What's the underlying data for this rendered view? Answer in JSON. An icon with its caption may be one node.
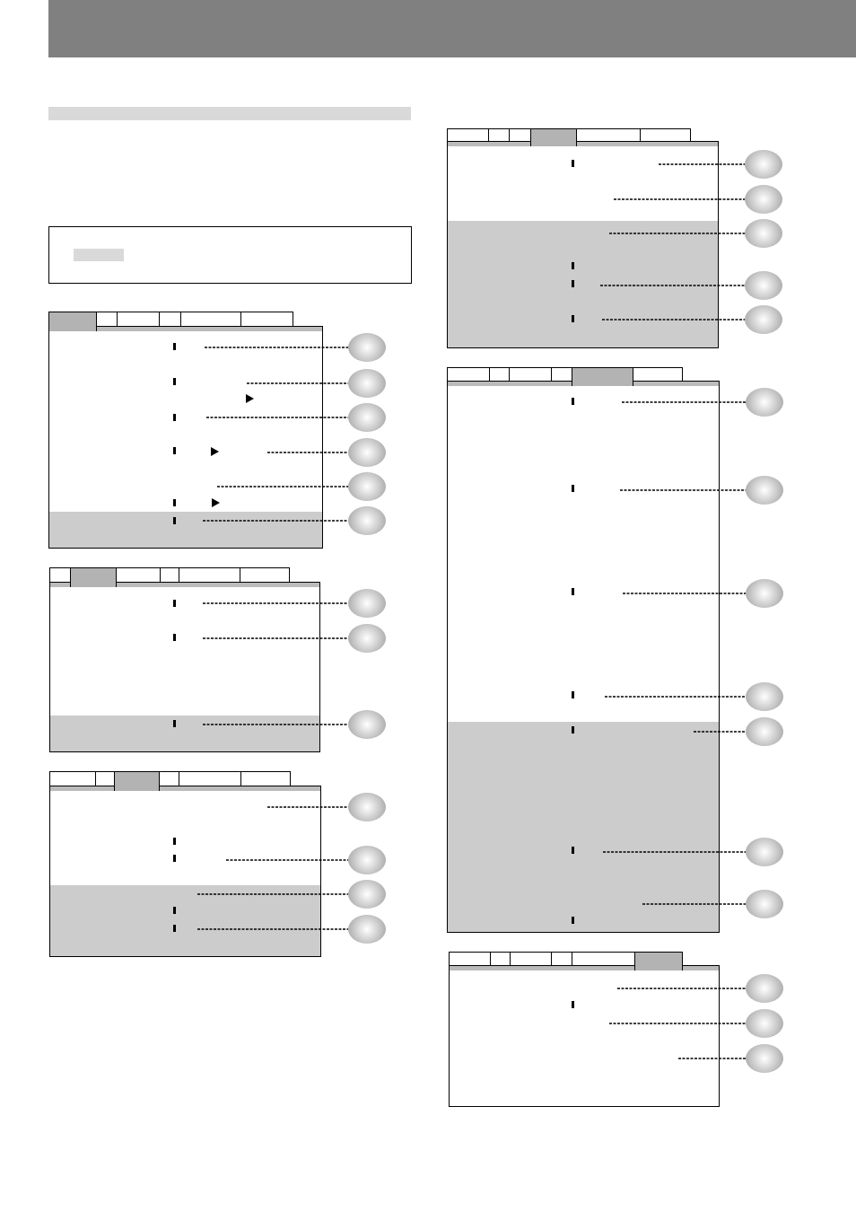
{
  "diagram": {
    "nodes": [
      {
        "text": [],
        "shape": "circle"
      },
      {
        "text": [],
        "shape": "circle"
      },
      {
        "text": [],
        "shape": "circle"
      },
      {
        "text": [],
        "shape": "circle"
      },
      {
        "text": [],
        "shape": "circle"
      },
      {
        "text": [],
        "shape": "circle"
      },
      {
        "text": [],
        "shape": "circle"
      },
      {
        "text": [],
        "shape": "circle"
      },
      {
        "text": [],
        "shape": "circle"
      },
      {
        "text": [],
        "shape": "circle"
      },
      {
        "text": [],
        "shape": "circle"
      },
      {
        "text": [],
        "shape": "circle"
      },
      {
        "text": [],
        "shape": "circle"
      },
      {
        "text": [],
        "shape": "circle"
      },
      {
        "text": [],
        "shape": "circle"
      },
      {
        "text": [],
        "shape": "circle"
      },
      {
        "text": [],
        "shape": "circle"
      },
      {
        "text": [],
        "shape": "circle"
      },
      {
        "text": [],
        "shape": "circle"
      },
      {
        "text": [],
        "shape": "circle"
      },
      {
        "text": [],
        "shape": "circle"
      },
      {
        "text": [],
        "shape": "circle"
      },
      {
        "text": [],
        "shape": "circle"
      },
      {
        "text": [],
        "shape": "circle"
      },
      {
        "text": [],
        "shape": "circle"
      },
      {
        "text": [],
        "shape": "circle"
      },
      {
        "text": [],
        "shape": "circle"
      },
      {
        "text": [],
        "shape": "circle"
      },
      {
        "text": [],
        "shape": "bar"
      }
    ],
    "edges": [
      {
        "from": 0,
        "to": null,
        "arrow": "none",
        "style": "dashed"
      },
      {
        "from": 1,
        "to": null,
        "arrow": "none",
        "style": "dashed"
      },
      {
        "from": 2,
        "to": null,
        "arrow": "none",
        "style": "dashed"
      },
      {
        "from": 3,
        "to": null,
        "arrow": "none",
        "style": "dashed"
      },
      {
        "from": 4,
        "to": null,
        "arrow": "none",
        "style": "dashed"
      },
      {
        "from": 5,
        "to": null,
        "arrow": "none",
        "style": "dashed"
      },
      {
        "from": 6,
        "to": null,
        "arrow": "none",
        "style": "dashed"
      },
      {
        "from": 7,
        "to": null,
        "arrow": "none",
        "style": "dashed"
      },
      {
        "from": 8,
        "to": null,
        "arrow": "none",
        "style": "dashed"
      },
      {
        "from": 9,
        "to": null,
        "arrow": "none",
        "style": "dashed"
      },
      {
        "from": 10,
        "to": null,
        "arrow": "none",
        "style": "dashed"
      },
      {
        "from": 11,
        "to": null,
        "arrow": "none",
        "style": "dashed"
      },
      {
        "from": 12,
        "to": null,
        "arrow": "none",
        "style": "dashed"
      },
      {
        "from": 13,
        "to": null,
        "arrow": "none",
        "style": "dashed"
      },
      {
        "from": 14,
        "to": null,
        "arrow": "none",
        "style": "dashed"
      },
      {
        "from": 15,
        "to": null,
        "arrow": "none",
        "style": "dashed"
      },
      {
        "from": 16,
        "to": null,
        "arrow": "none",
        "style": "dashed"
      },
      {
        "from": 17,
        "to": null,
        "arrow": "none",
        "style": "dashed"
      },
      {
        "from": 18,
        "to": null,
        "arrow": "none",
        "style": "dashed"
      },
      {
        "from": 19,
        "to": null,
        "arrow": "none",
        "style": "dashed"
      },
      {
        "from": 20,
        "to": null,
        "arrow": "none",
        "style": "dashed"
      },
      {
        "from": 21,
        "to": null,
        "arrow": "none",
        "style": "dashed"
      },
      {
        "from": 22,
        "to": null,
        "arrow": "none",
        "style": "dashed"
      },
      {
        "from": 23,
        "to": null,
        "arrow": "none",
        "style": "dashed"
      },
      {
        "from": 24,
        "to": null,
        "arrow": "none",
        "style": "dashed"
      },
      {
        "from": 25,
        "to": null,
        "arrow": "none",
        "style": "dashed"
      },
      {
        "from": 26,
        "to": null,
        "arrow": "none",
        "style": "dashed"
      },
      {
        "from": 27,
        "to": null,
        "arrow": "none",
        "style": "dashed"
      }
    ]
  }
}
